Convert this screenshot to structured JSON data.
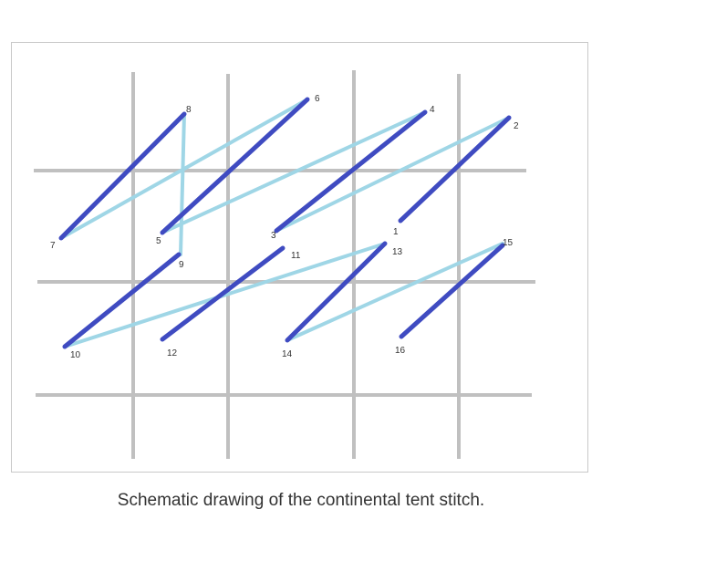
{
  "caption": "Schematic drawing of the continental tent stitch.",
  "colors": {
    "grid": "#c0c0c0",
    "front_stitch": "#3f4bc1",
    "back_stitch": "#9fd6e6"
  },
  "points": {
    "1": "1",
    "2": "2",
    "3": "3",
    "4": "4",
    "5": "5",
    "6": "6",
    "7": "7",
    "8": "8",
    "9": "9",
    "10": "10",
    "11": "11",
    "12": "12",
    "13": "13",
    "14": "14",
    "15": "15",
    "16": "16"
  }
}
